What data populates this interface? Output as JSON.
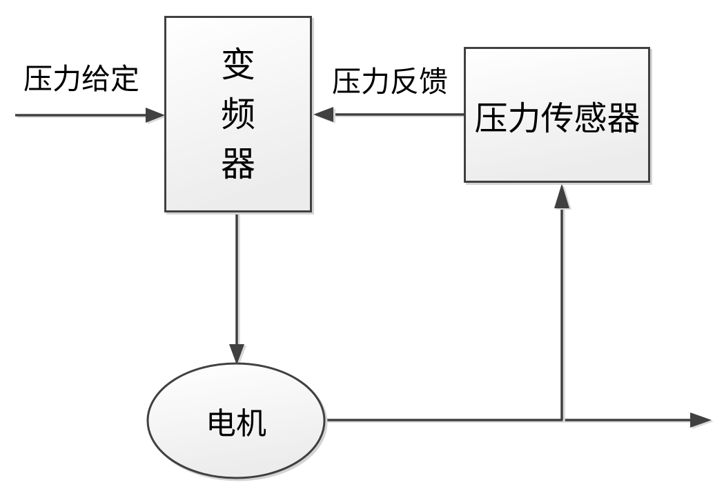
{
  "diagram": {
    "title": "pressure-control-loop",
    "nodes": {
      "inverter": {
        "label": "变频器",
        "shape": "rectangle",
        "text_orientation": "vertical"
      },
      "pressure_sensor": {
        "label": "压力传感器",
        "shape": "rectangle",
        "text_orientation": "horizontal"
      },
      "motor": {
        "label": "电机",
        "shape": "ellipse",
        "text_orientation": "horizontal"
      }
    },
    "edges": {
      "pressure_setpoint": {
        "label": "压力给定",
        "from": "external-left",
        "to": "inverter",
        "direction": "right"
      },
      "pressure_feedback": {
        "label": "压力反馈",
        "from": "pressure_sensor",
        "to": "inverter",
        "direction": "left"
      },
      "inverter_to_motor": {
        "label": "",
        "from": "inverter",
        "to": "motor",
        "direction": "down"
      },
      "motor_output": {
        "label": "",
        "from": "motor",
        "to": "external-right",
        "direction": "right"
      },
      "motor_to_sensor_branch": {
        "label": "",
        "from": "motor_output",
        "to": "pressure_sensor",
        "direction": "up"
      }
    },
    "colors": {
      "background": "#ffffff",
      "line": "#404040",
      "shape_border": "#404040",
      "shape_fill_top": "#ffffff",
      "shape_fill_bottom": "#ececec",
      "shadow": "#d4d4d4",
      "text": "#000000"
    }
  }
}
